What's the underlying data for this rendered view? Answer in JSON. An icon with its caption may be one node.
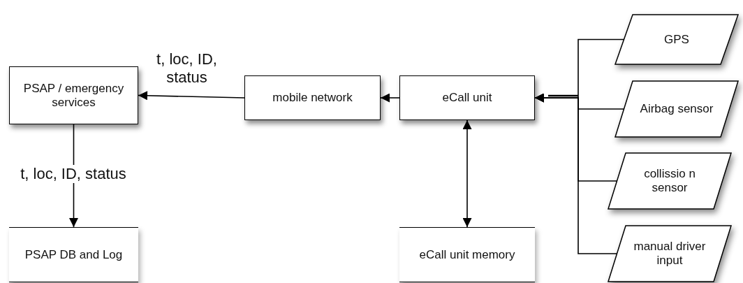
{
  "diagram": {
    "nodes": [
      {
        "text": [
          "PSAP / emergency services"
        ]
      },
      {
        "text": [
          "mobile network"
        ]
      },
      {
        "text": [
          "eCall unit"
        ]
      },
      {
        "text": [
          "GPS"
        ]
      },
      {
        "text": [
          "Airbag sensor"
        ]
      },
      {
        "text": [
          "collissio n sensor"
        ]
      },
      {
        "text": [
          "manual driver input"
        ]
      },
      {
        "text": [
          "PSAP DB and Log"
        ]
      },
      {
        "text": [
          "eCall unit memory"
        ]
      }
    ],
    "edges": [
      {
        "from": 1,
        "to": 0,
        "arrow": "to",
        "label": "t, loc, ID, status"
      },
      {
        "from": 2,
        "to": 1,
        "arrow": "to"
      },
      {
        "from": 3,
        "to": 2,
        "arrow": "to"
      },
      {
        "from": 4,
        "to": 2,
        "arrow": "to"
      },
      {
        "from": 5,
        "to": 2,
        "arrow": "to"
      },
      {
        "from": 6,
        "to": 2,
        "arrow": "to"
      },
      {
        "from": 0,
        "to": 7,
        "arrow": "to",
        "label": "t, loc, ID, status"
      },
      {
        "from": 2,
        "to": 8,
        "arrow": "both"
      }
    ]
  }
}
